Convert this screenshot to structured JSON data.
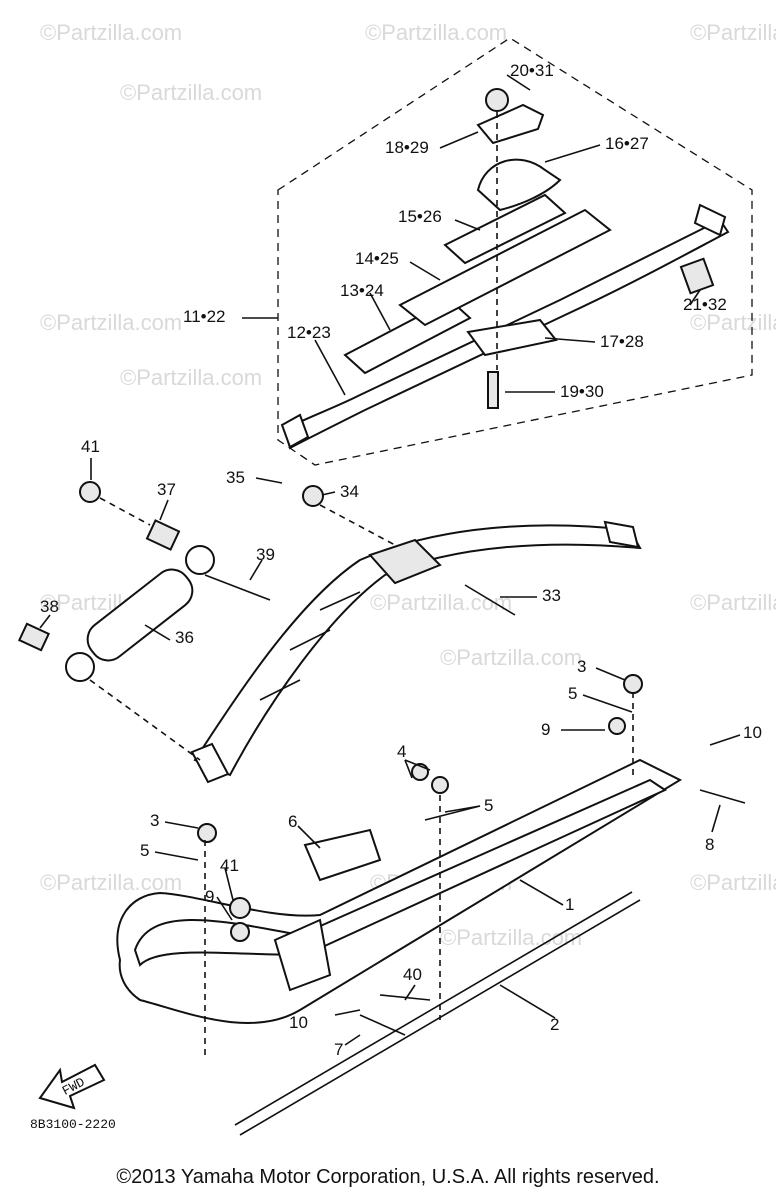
{
  "watermark": "©Partzilla.com",
  "diagram_code": "8B3100-2220",
  "fwd_label": "FWD",
  "copyright": "©2013 Yamaha Motor Corporation, U.S.A. All rights reserved.",
  "callouts": [
    "20•31",
    "18•29",
    "16•27",
    "15•26",
    "14•25",
    "13•24",
    "11•22",
    "12•23",
    "17•28",
    "19•30",
    "21•32",
    "41",
    "37",
    "35",
    "34",
    "39",
    "33",
    "38",
    "36",
    "3",
    "5",
    "9",
    "10",
    "4",
    "8",
    "6",
    "1",
    "40",
    "2",
    "7"
  ]
}
